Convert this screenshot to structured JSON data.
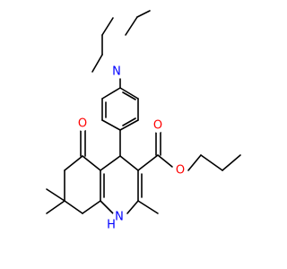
{
  "atoms": {
    "n_amine": {
      "text": "N",
      "color": "#0000ff"
    },
    "o_ketone": {
      "text": "O",
      "color": "#ff0000"
    },
    "o_carbonyl": {
      "text": "O",
      "color": "#ff0000"
    },
    "o_ester": {
      "text": "O",
      "color": "#ff0000"
    },
    "nh": {
      "text": "N",
      "color": "#0000ff"
    },
    "nh_h": {
      "text": "H",
      "color": "#0000ff"
    }
  },
  "colors": {
    "bond": "#000000",
    "background": "#ffffff"
  }
}
